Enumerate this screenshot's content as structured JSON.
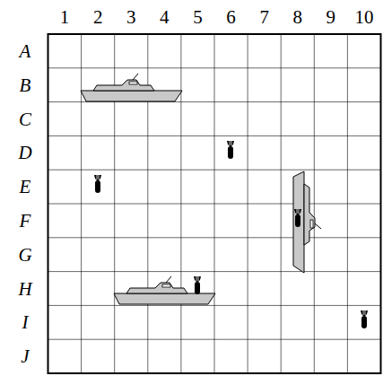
{
  "diagram": {
    "labels": [
      "1",
      "2",
      "3",
      "4",
      "5",
      "6",
      "7",
      "8",
      "9",
      "10",
      "A",
      "B",
      "C",
      "D",
      "E",
      "F",
      "G",
      "H",
      "I",
      "J"
    ]
  }
}
